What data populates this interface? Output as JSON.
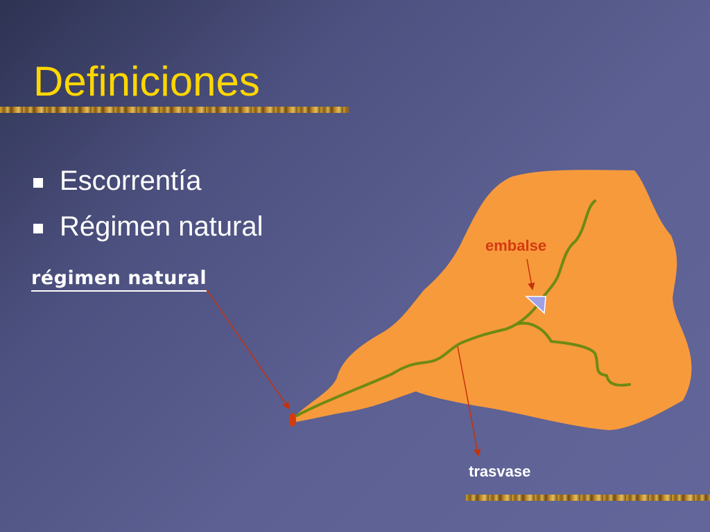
{
  "slide": {
    "title": "Definiciones",
    "bullets": [
      "Escorrentía",
      "Régimen natural"
    ],
    "regimen_label": "régimen natural"
  },
  "diagram": {
    "labels": {
      "embalse": "embalse",
      "trasvase": "trasvase"
    },
    "colors": {
      "basin_fill": "#f79a3c",
      "river": "#6e8a12",
      "arrow": "#c4320a",
      "reservoir": "#9fa0e6",
      "title": "#ffd700",
      "background": "#5c6092"
    }
  }
}
